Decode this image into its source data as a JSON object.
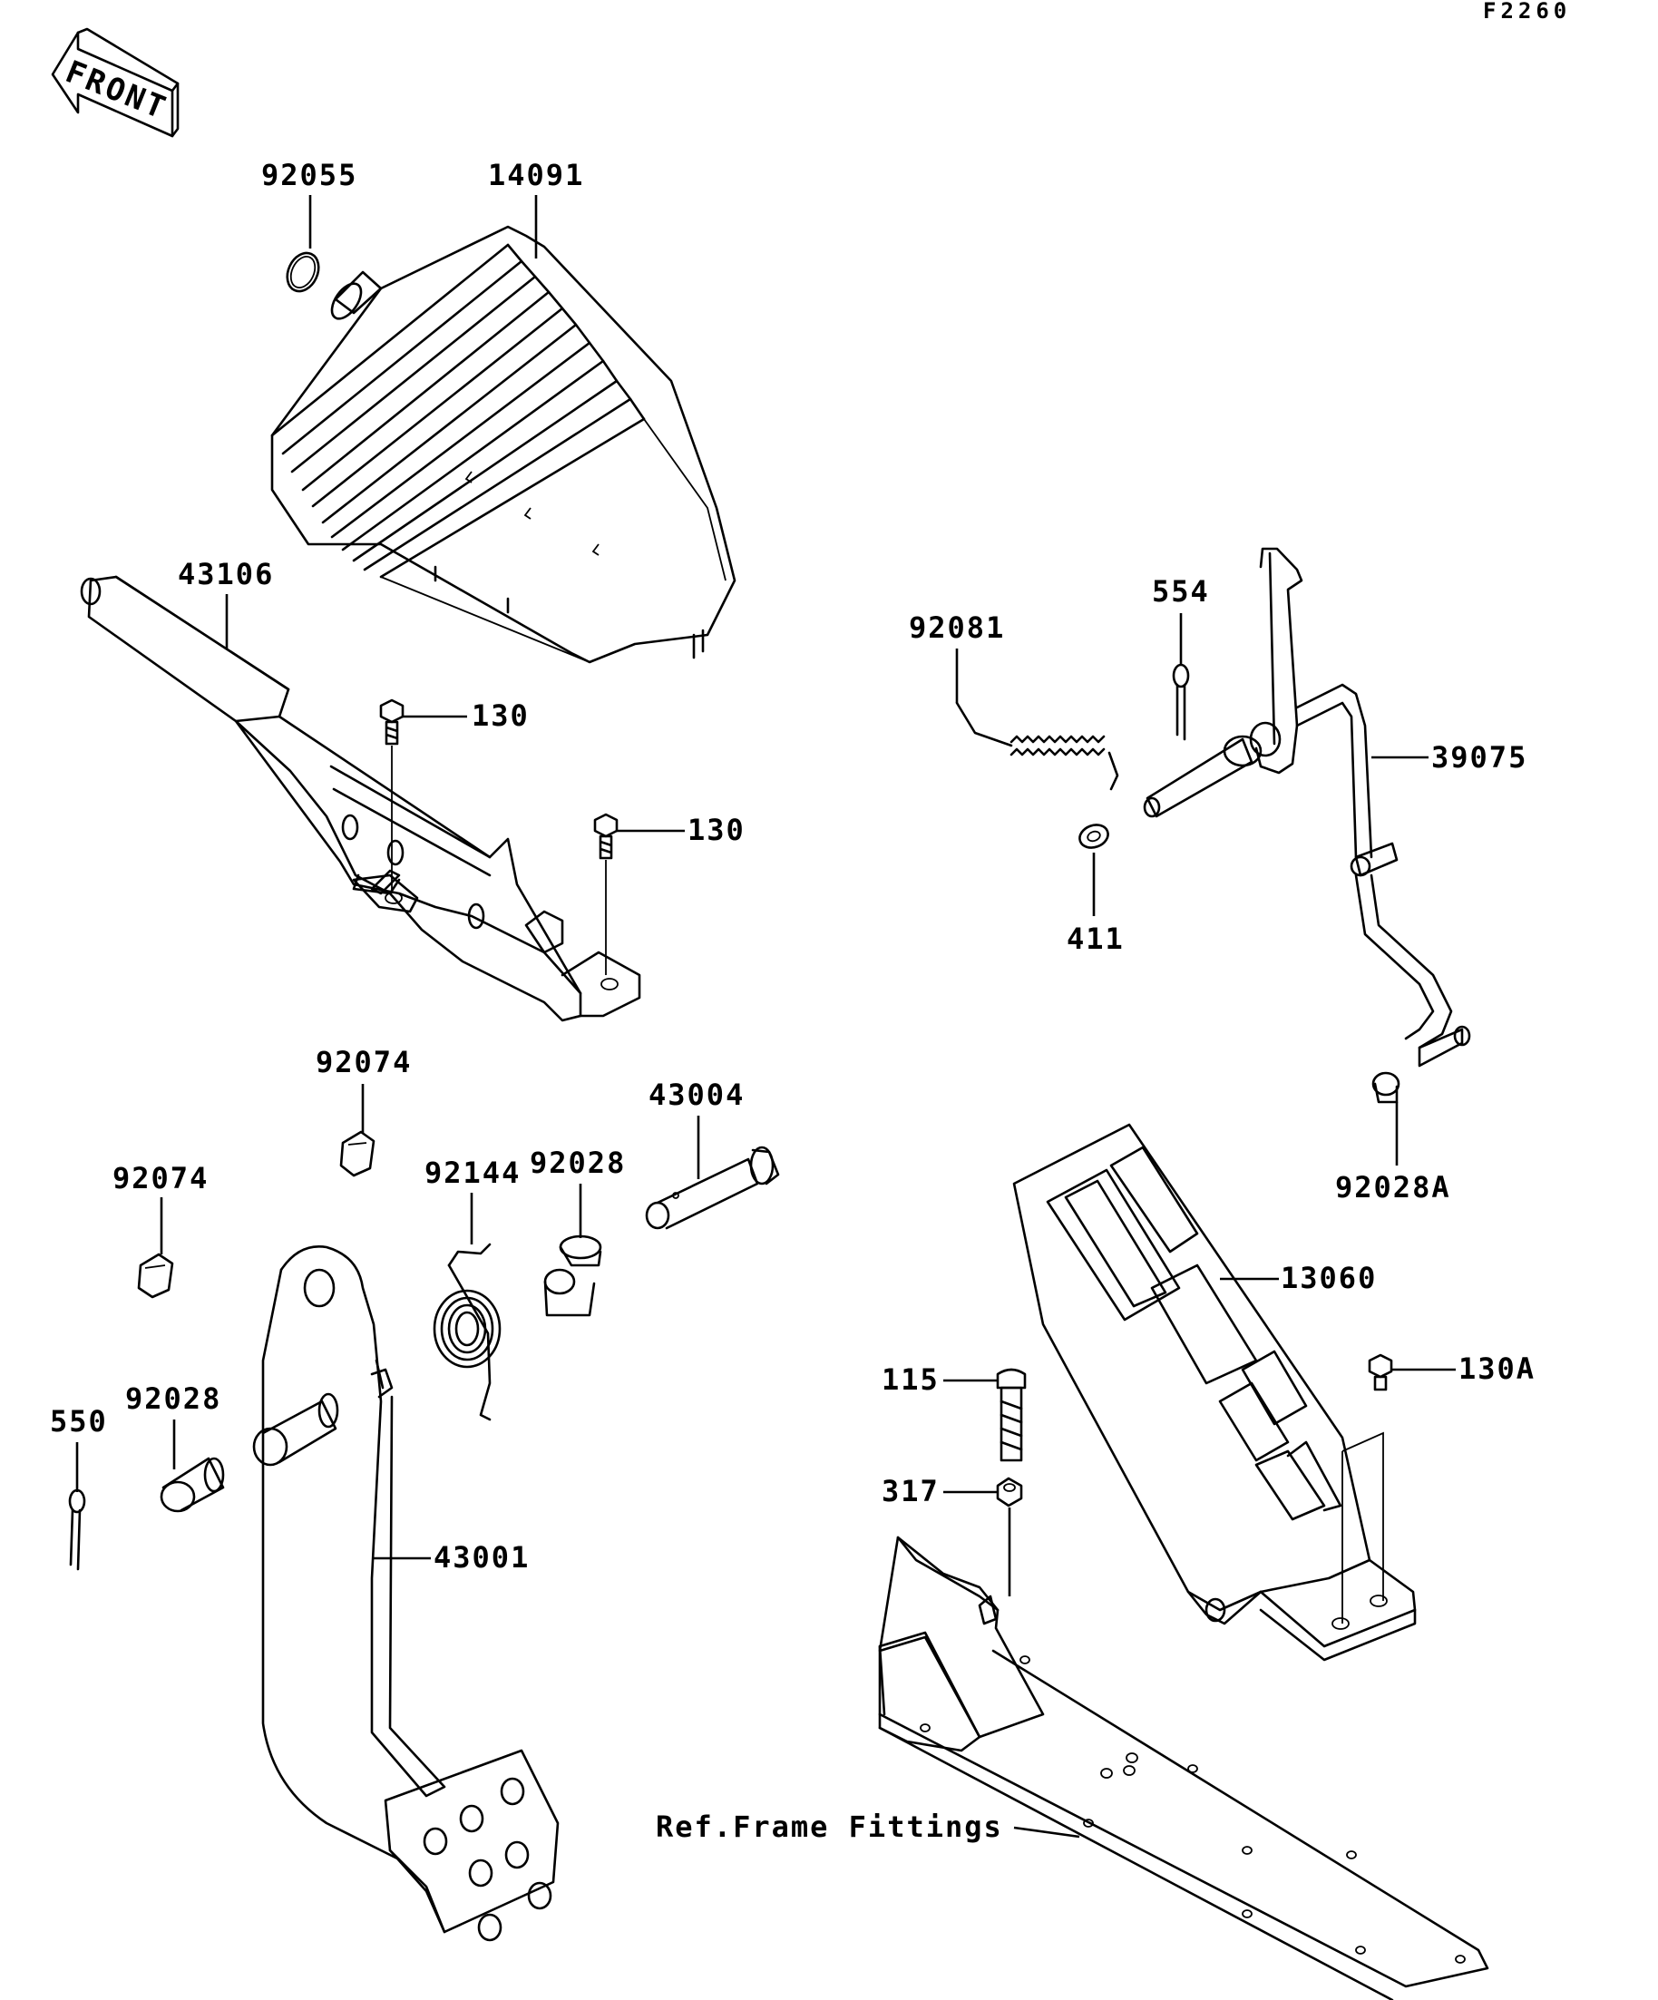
{
  "diagram_code": "F2260",
  "direction_marker": "FRONT",
  "labels": {
    "p92055": "92055",
    "p14091": "14091",
    "p43106": "43106",
    "p130_a": "130",
    "p130_b": "130",
    "p92081": "92081",
    "p554": "554",
    "p39075": "39075",
    "p411": "411",
    "p92074_a": "92074",
    "p92074_b": "92074",
    "p43004": "43004",
    "p92144": "92144",
    "p92028_a": "92028",
    "p92028A": "92028A",
    "p13060": "13060",
    "p92028_b": "92028",
    "p550": "550",
    "p43001": "43001",
    "p115": "115",
    "p130A": "130A",
    "p317": "317",
    "ref_frame": "Ref.Frame Fittings"
  }
}
